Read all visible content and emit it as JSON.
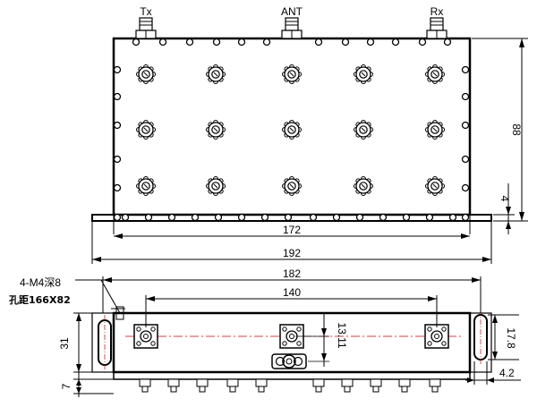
{
  "ports": {
    "tx": "Tx",
    "ant": "ANT",
    "rx": "Rx"
  },
  "front_view_dims": {
    "height": "88",
    "flange_thickness": "4",
    "hole_span": "172",
    "overall_length": "192"
  },
  "bottom_view_dims": {
    "body_length": "182",
    "port_spacing": "140",
    "ant_offset": "13.11",
    "slot_offset": "17.8",
    "height": "31",
    "flange": "7",
    "slot_width": "4.2"
  },
  "notes": {
    "thread": "4-M4深8",
    "hole_spacing": "孔距166X82"
  },
  "colors": {
    "line": "#000000",
    "center_line": "#cc0000",
    "background": "#ffffff"
  }
}
